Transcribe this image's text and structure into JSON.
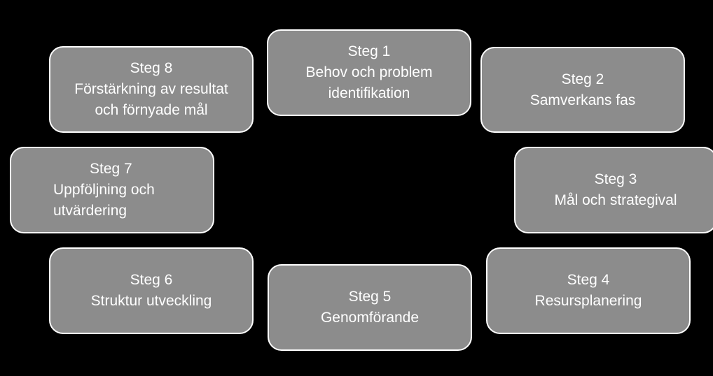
{
  "steps": [
    {
      "id": "s1",
      "title": "Steg 1",
      "lines": [
        "Behov och problem",
        "identifikation"
      ]
    },
    {
      "id": "s2",
      "title": "Steg 2",
      "lines": [
        "Samverkans fas"
      ]
    },
    {
      "id": "s3",
      "title": "Steg 3",
      "lines": [
        "Mål och strategival"
      ]
    },
    {
      "id": "s4",
      "title": "Steg 4",
      "lines": [
        "Resursplanering"
      ]
    },
    {
      "id": "s5",
      "title": "Steg 5",
      "lines": [
        "Genomförande"
      ]
    },
    {
      "id": "s6",
      "title": "Steg 6",
      "lines": [
        "Struktur utveckling"
      ]
    },
    {
      "id": "s7",
      "title": "Steg 7",
      "lines": [
        "Uppföljning och",
        "utvärdering"
      ]
    },
    {
      "id": "s8",
      "title": "Steg 8",
      "lines": [
        "Förstärkning av resultat",
        "och förnyade mål"
      ]
    }
  ],
  "colors": {
    "background": "#000000",
    "box_fill": "#8c8c8c",
    "box_border": "#ffffff",
    "text": "#ffffff"
  }
}
